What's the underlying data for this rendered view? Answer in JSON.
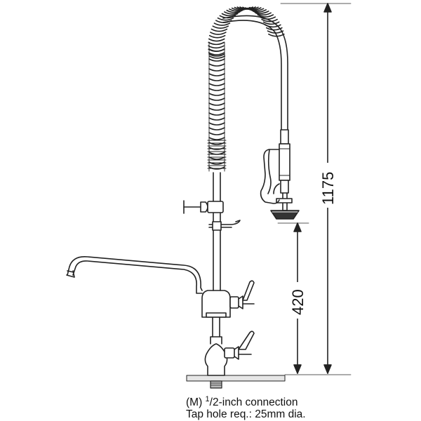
{
  "dimensions": {
    "overall_height": "1175",
    "spout_height": "420"
  },
  "caption": {
    "line1_prefix": "(M) ",
    "line1_fraction": "1",
    "line1_rest": "/2-inch connection",
    "line2": "Tap hole req.: 25mm dia."
  },
  "colors": {
    "stroke": "#222222",
    "background": "#ffffff"
  }
}
